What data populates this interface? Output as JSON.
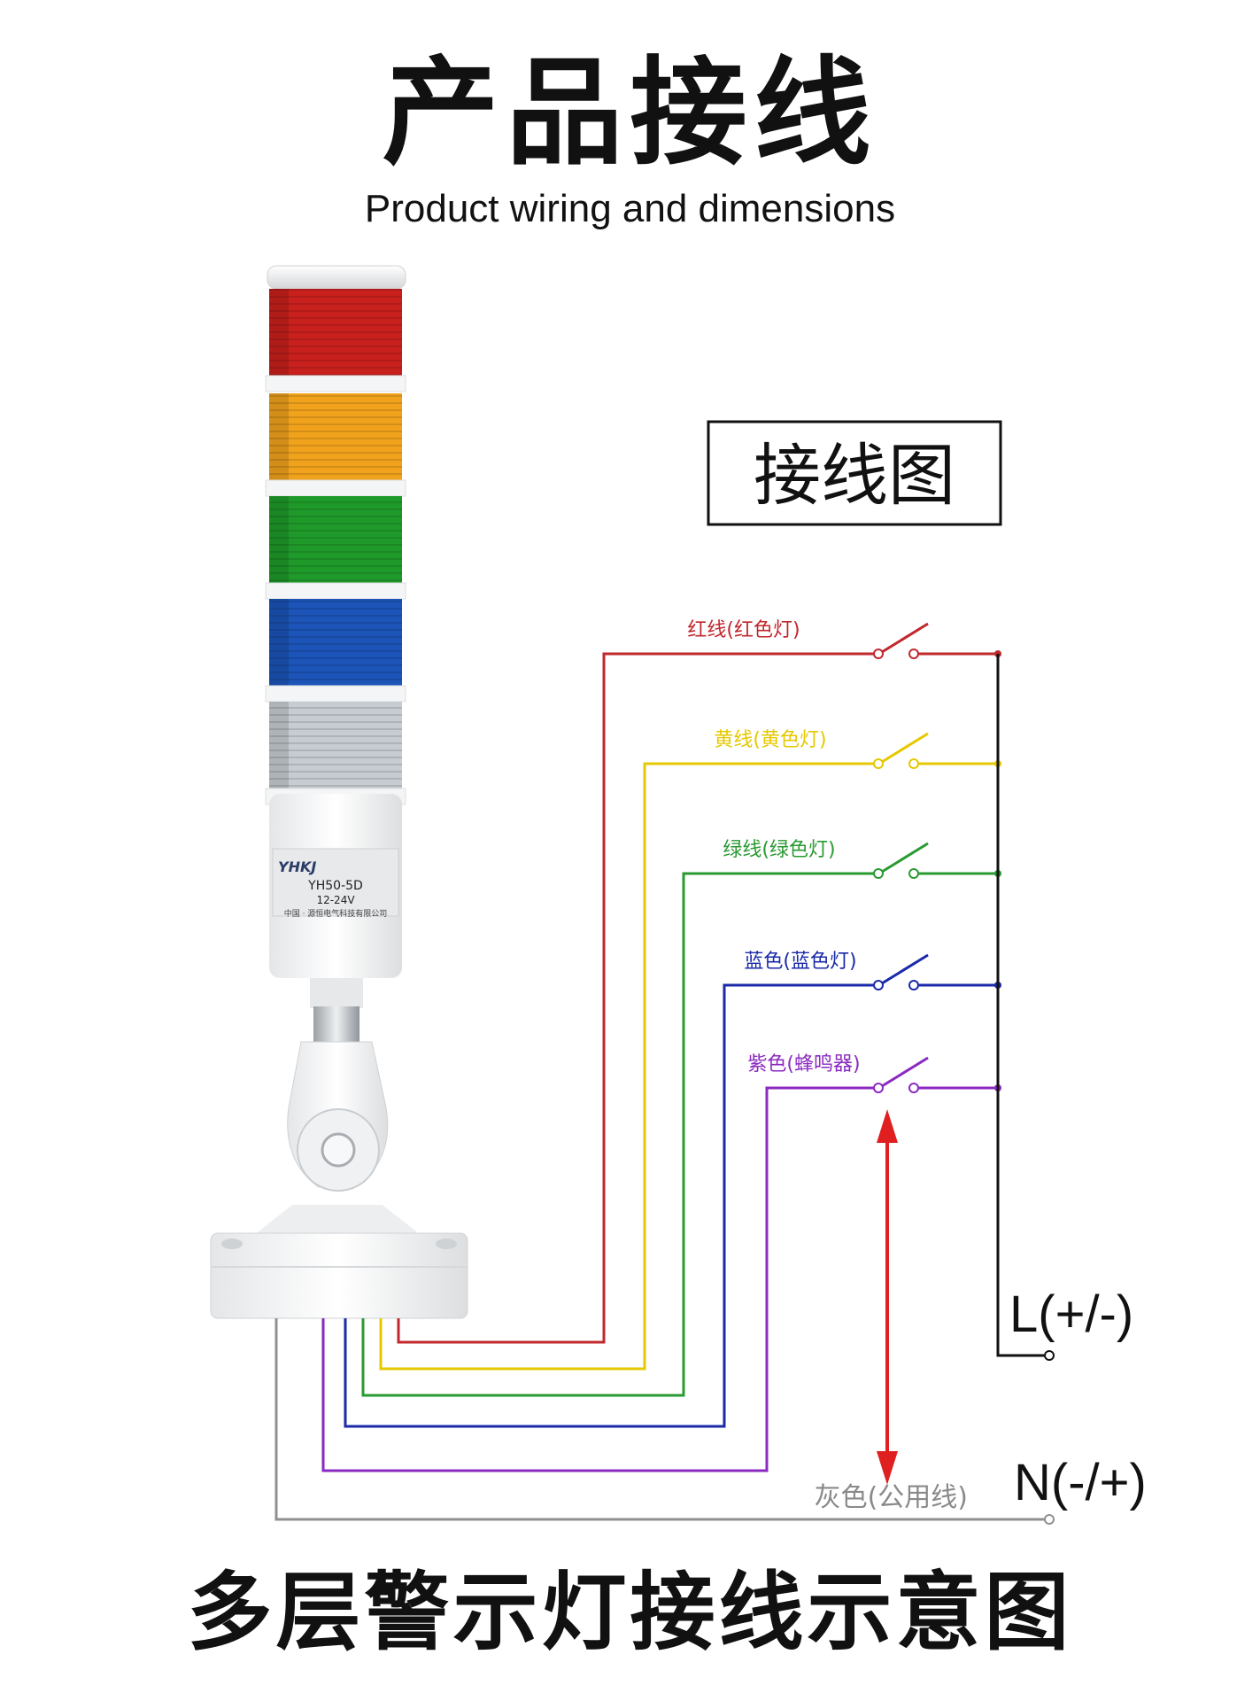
{
  "header": {
    "title": "产品接线",
    "subtitle": "Product wiring and dimensions"
  },
  "product": {
    "brand": "YHKJ",
    "model": "YH50-5D",
    "voltage": "12-24V",
    "maker": "中国 · 源恒电气科技有限公司",
    "tiers": [
      {
        "name": "red",
        "color": "#c8201c"
      },
      {
        "name": "amber",
        "color": "#f0a21c"
      },
      {
        "name": "green",
        "color": "#1f9a2a"
      },
      {
        "name": "blue",
        "color": "#1c54b8"
      },
      {
        "name": "clear",
        "color": "#c6ccd2"
      }
    ]
  },
  "diagram": {
    "box_label": "接线图",
    "wires": [
      {
        "label": "红线(红色灯)",
        "color": "#c0282d"
      },
      {
        "label": "黄线(黄色灯)",
        "color": "#e6c800"
      },
      {
        "label": "绿线(绿色灯)",
        "color": "#2a9a32"
      },
      {
        "label": "蓝色(蓝色灯)",
        "color": "#1a2aa8"
      },
      {
        "label": "紫色(蜂鸣器)",
        "color": "#8a2ac0"
      }
    ],
    "common_wire": {
      "label": "灰色(公用线)",
      "color": "#909090"
    },
    "terminal_l": "L(+/-)",
    "terminal_n": "N(-/+)",
    "arrow_color": "#e02020"
  },
  "footer": {
    "caption": "多层警示灯接线示意图"
  }
}
